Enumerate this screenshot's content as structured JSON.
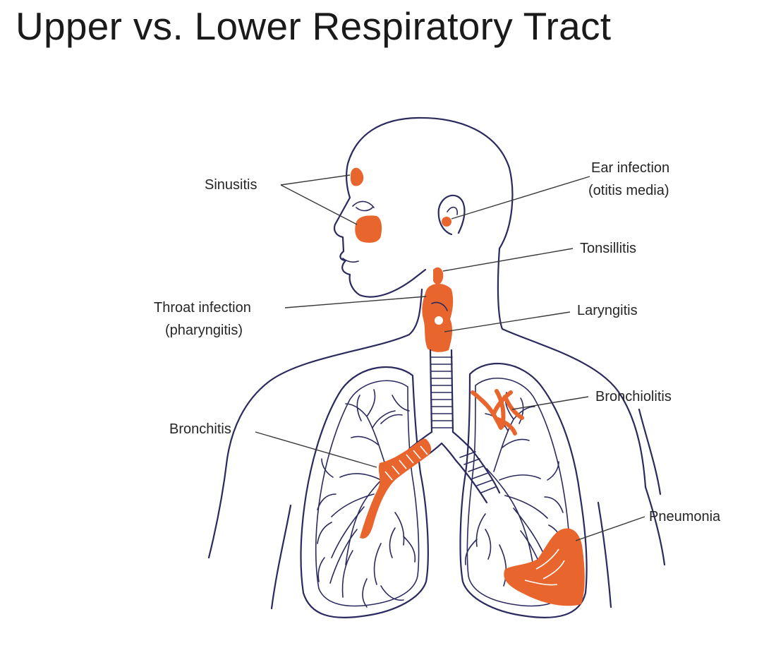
{
  "title": "Upper vs. Lower Respiratory Tract",
  "labels": {
    "sinusitis": "Sinusitis",
    "ear_infection": [
      "Ear infection",
      "(otitis media)"
    ],
    "tonsillitis": "Tonsillitis",
    "throat_infection": [
      "Throat infection",
      "(pharyngitis)"
    ],
    "laryngitis": "Laryngitis",
    "bronchiolitis": "Bronchiolitis",
    "bronchitis": "Bronchitis",
    "pneumonia": "Pneumonia"
  },
  "colors": {
    "infection": "#e8662d",
    "outline": "#2b2a5e",
    "label_text": "#262626"
  }
}
